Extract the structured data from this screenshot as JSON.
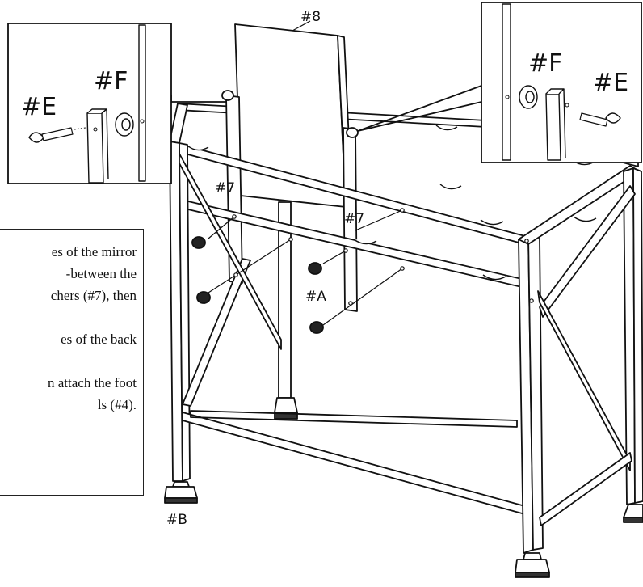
{
  "labels": {
    "panel": "#8",
    "stretcher_left": "#7",
    "stretcher_right": "#7",
    "bolt_a": "#A",
    "foot_b": "#B",
    "inset_left_e": "#E",
    "inset_left_f": "#F",
    "inset_right_f": "#F",
    "inset_right_e": "#E"
  },
  "instructions": {
    "line1": "es of the mirror",
    "line2": "-between the",
    "line3": "chers (#7), then",
    "line4": "es of the back",
    "line5": "n attach the foot",
    "line6": "ls (#4)."
  }
}
